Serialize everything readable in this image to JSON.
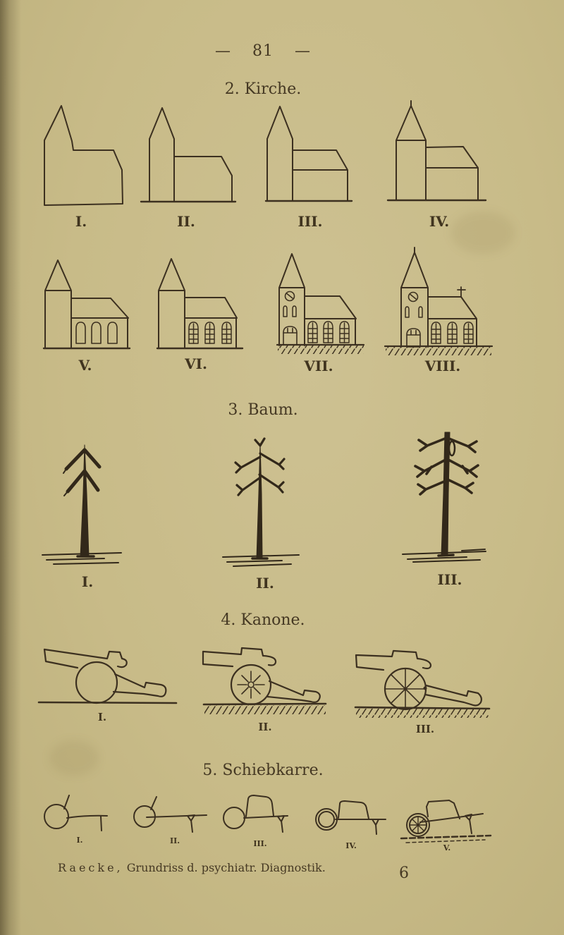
{
  "page": {
    "paper_color": "#c8bb88",
    "ink_color": "#3c3020",
    "header": {
      "left_dash": "—",
      "page_number": "81",
      "right_dash": "—"
    },
    "footer": {
      "author": "Raecke,",
      "reference": " Grundriss d. psychiatr. Diagnostik.",
      "signature": "6"
    }
  },
  "sections": {
    "kirche": {
      "title": "2. Kirche.",
      "labels": [
        "I.",
        "II.",
        "III.",
        "IV.",
        "V.",
        "VI.",
        "VII.",
        "VIII."
      ]
    },
    "baum": {
      "title": "3. Baum.",
      "labels": [
        "I.",
        "II.",
        "III."
      ]
    },
    "kanone": {
      "title": "4. Kanone.",
      "labels": [
        "I.",
        "II.",
        "III."
      ]
    },
    "schiebkarre": {
      "title": "5. Schiebkarre.",
      "labels": [
        "I.",
        "II.",
        "III.",
        "IV.",
        "V."
      ]
    }
  }
}
